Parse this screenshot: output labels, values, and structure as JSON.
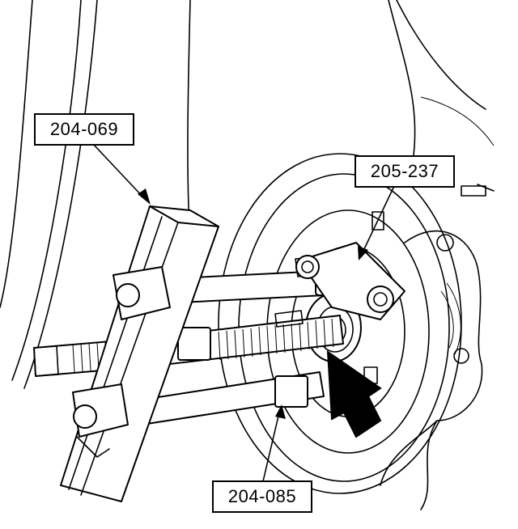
{
  "callouts": {
    "remover_bar": "204-069",
    "hub_adapter": "205-237",
    "press_screw": "204-085"
  }
}
